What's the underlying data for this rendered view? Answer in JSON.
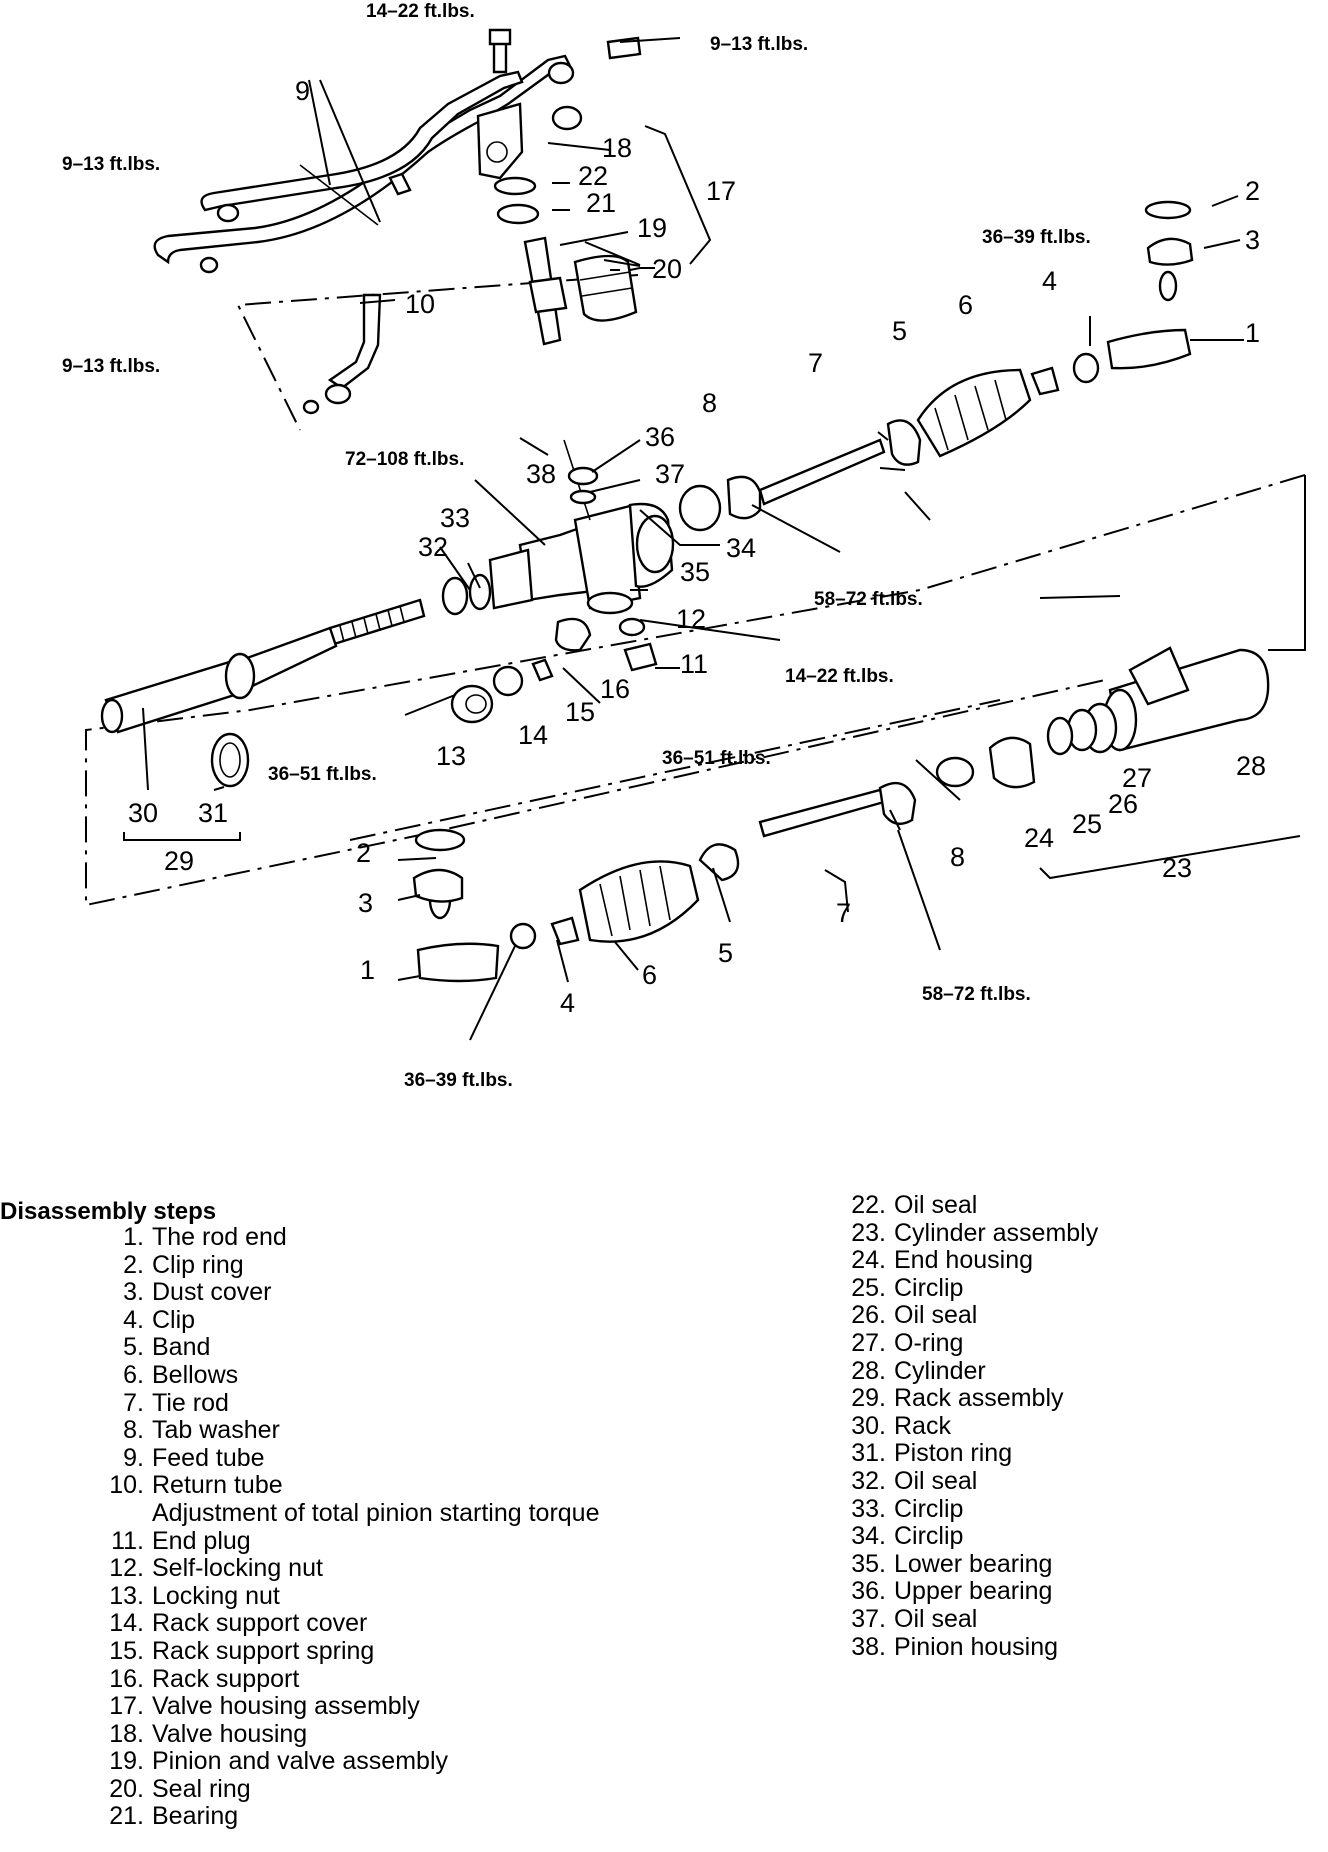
{
  "diagram": {
    "callouts": [
      "1",
      "2",
      "3",
      "4",
      "5",
      "6",
      "7",
      "8",
      "9",
      "10",
      "11",
      "12",
      "13",
      "14",
      "15",
      "16",
      "17",
      "18",
      "19",
      "20",
      "21",
      "22",
      "23",
      "24",
      "25",
      "26",
      "27",
      "28",
      "29",
      "30",
      "31",
      "32",
      "33",
      "34",
      "35",
      "36",
      "37",
      "38"
    ],
    "torques": {
      "t_14_22_top": "14–22 ft.lbs.",
      "t_9_13_a": "9–13 ft.lbs.",
      "t_9_13_b": "9–13 ft.lbs.",
      "t_9_13_c": "9–13 ft.lbs.",
      "t_36_39_upper": "36–39 ft.lbs.",
      "t_72_108": "72–108 ft.lbs.",
      "t_58_72_upper": "58–72 ft.lbs.",
      "t_14_22_mid": "14–22 ft.lbs.",
      "t_36_51_left": "36–51 ft.lbs.",
      "t_36_51_mid": "36–51 ft.lbs.",
      "t_58_72_lower": "58–72 ft.lbs.",
      "t_36_39_lower": "36–39 ft.lbs."
    }
  },
  "legend": {
    "title": "Disassembly steps",
    "left": [
      {
        "n": "1.",
        "label": "The rod end"
      },
      {
        "n": "2.",
        "label": "Clip ring"
      },
      {
        "n": "3.",
        "label": "Dust cover"
      },
      {
        "n": "4.",
        "label": "Clip"
      },
      {
        "n": "5.",
        "label": "Band"
      },
      {
        "n": "6.",
        "label": "Bellows"
      },
      {
        "n": "7.",
        "label": "Tie rod"
      },
      {
        "n": "8.",
        "label": "Tab washer"
      },
      {
        "n": "9.",
        "label": "Feed tube"
      },
      {
        "n": "10.",
        "label": "Return tube"
      },
      {
        "n": "",
        "label": "Adjustment of total pinion starting torque"
      },
      {
        "n": "11.",
        "label": "End plug"
      },
      {
        "n": "12.",
        "label": "Self-locking nut"
      },
      {
        "n": "13.",
        "label": "Locking nut"
      },
      {
        "n": "14.",
        "label": "Rack support cover"
      },
      {
        "n": "15.",
        "label": "Rack support spring"
      },
      {
        "n": "16.",
        "label": "Rack support"
      },
      {
        "n": "17.",
        "label": "Valve housing assembly"
      },
      {
        "n": "18.",
        "label": "Valve housing"
      },
      {
        "n": "19.",
        "label": "Pinion and valve assembly"
      },
      {
        "n": "20.",
        "label": "Seal ring"
      },
      {
        "n": "21.",
        "label": "Bearing"
      }
    ],
    "right": [
      {
        "n": "22.",
        "label": "Oil seal"
      },
      {
        "n": "23.",
        "label": "Cylinder assembly"
      },
      {
        "n": "24.",
        "label": "End housing"
      },
      {
        "n": "25.",
        "label": "Circlip"
      },
      {
        "n": "26.",
        "label": "Oil seal"
      },
      {
        "n": "27.",
        "label": "O-ring"
      },
      {
        "n": "28.",
        "label": "Cylinder"
      },
      {
        "n": "29.",
        "label": "Rack assembly"
      },
      {
        "n": "30.",
        "label": "Rack"
      },
      {
        "n": "31.",
        "label": "Piston ring"
      },
      {
        "n": "32.",
        "label": "Oil seal"
      },
      {
        "n": "33.",
        "label": "Circlip"
      },
      {
        "n": "34.",
        "label": "Circlip"
      },
      {
        "n": "35.",
        "label": "Lower bearing"
      },
      {
        "n": "36.",
        "label": "Upper bearing"
      },
      {
        "n": "37.",
        "label": "Oil seal"
      },
      {
        "n": "38.",
        "label": "Pinion housing"
      }
    ]
  }
}
